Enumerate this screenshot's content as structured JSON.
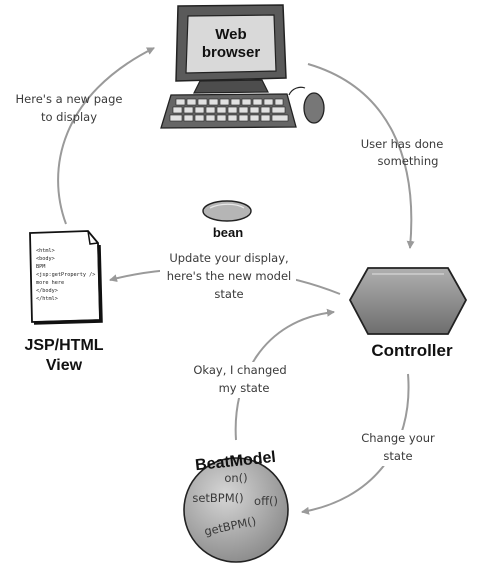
{
  "browser": {
    "label_line1": "Web",
    "label_line2": "browser"
  },
  "controller": {
    "label": "Controller"
  },
  "view": {
    "label_line1": "JSP/HTML",
    "label_line2": "View"
  },
  "view_page": {
    "lines": [
      "<html>",
      "<body>",
      "BPM",
      "<jsp:getProperty />",
      "more here",
      "</body>",
      "</html>"
    ]
  },
  "bean": {
    "label": "bean"
  },
  "model": {
    "title": "BeatModel",
    "methods": [
      "on()",
      "setBPM()",
      "off()",
      "getBPM()"
    ]
  },
  "flows": {
    "new_page": [
      "Here's a new page",
      "to display"
    ],
    "user_action": [
      "User has done",
      "something"
    ],
    "update_display": [
      "Update your display,",
      "here's the new model",
      "state"
    ],
    "changed_state": [
      "Okay, I changed",
      "my state"
    ],
    "change_state": [
      "Change your",
      "state"
    ]
  },
  "colors": {
    "arrow": "#9a9a9a",
    "monitor": "#595959",
    "screen": "#d4d4d4",
    "controller": "#8a8a8a",
    "model_sphere": "#aaaaaa"
  }
}
